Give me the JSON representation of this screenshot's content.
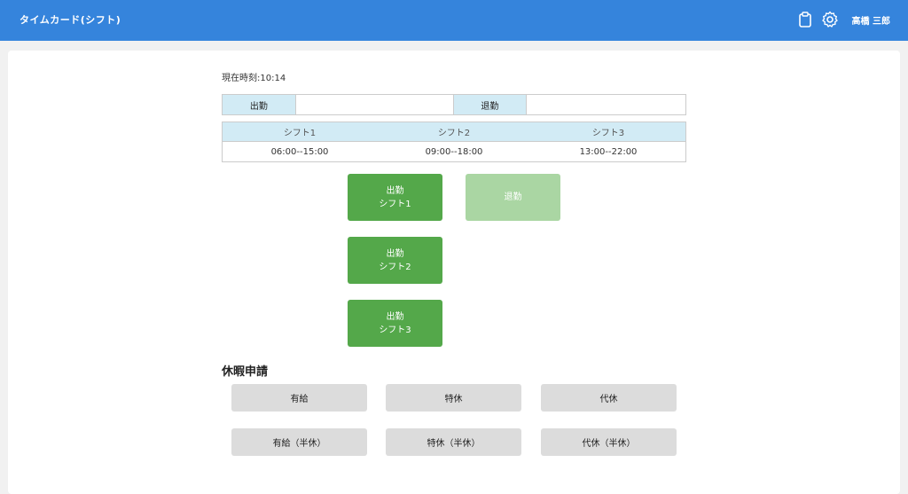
{
  "header": {
    "title": "タイムカード(シフト)",
    "user": "高橋 三郎",
    "icons": [
      "clipboard-icon",
      "gear-icon"
    ]
  },
  "clock": {
    "label": "現在時刻:10:14"
  },
  "punch": {
    "in_label": "出勤",
    "in_value": "",
    "out_label": "退勤",
    "out_value": ""
  },
  "shifts": [
    {
      "name": "シフト1",
      "time": "06:00--15:00"
    },
    {
      "name": "シフト2",
      "time": "09:00--18:00"
    },
    {
      "name": "シフト3",
      "time": "13:00--22:00"
    }
  ],
  "buttons": {
    "in_shift1": {
      "line1": "出勤",
      "line2": "シフト1"
    },
    "in_shift2": {
      "line1": "出勤",
      "line2": "シフト2"
    },
    "in_shift3": {
      "line1": "出勤",
      "line2": "シフト3"
    },
    "out": {
      "label": "退勤",
      "enabled": false
    }
  },
  "leave": {
    "title": "休暇申請",
    "items": [
      "有給",
      "特休",
      "代休",
      "有給（半休）",
      "特休（半休）",
      "代休（半休）"
    ]
  },
  "colors": {
    "header": "#3584dc",
    "primary_green": "#54a84a",
    "disabled_green": "#aad6a3",
    "table_header": "#d2ebf5",
    "leave_button": "#dcdcdc"
  }
}
